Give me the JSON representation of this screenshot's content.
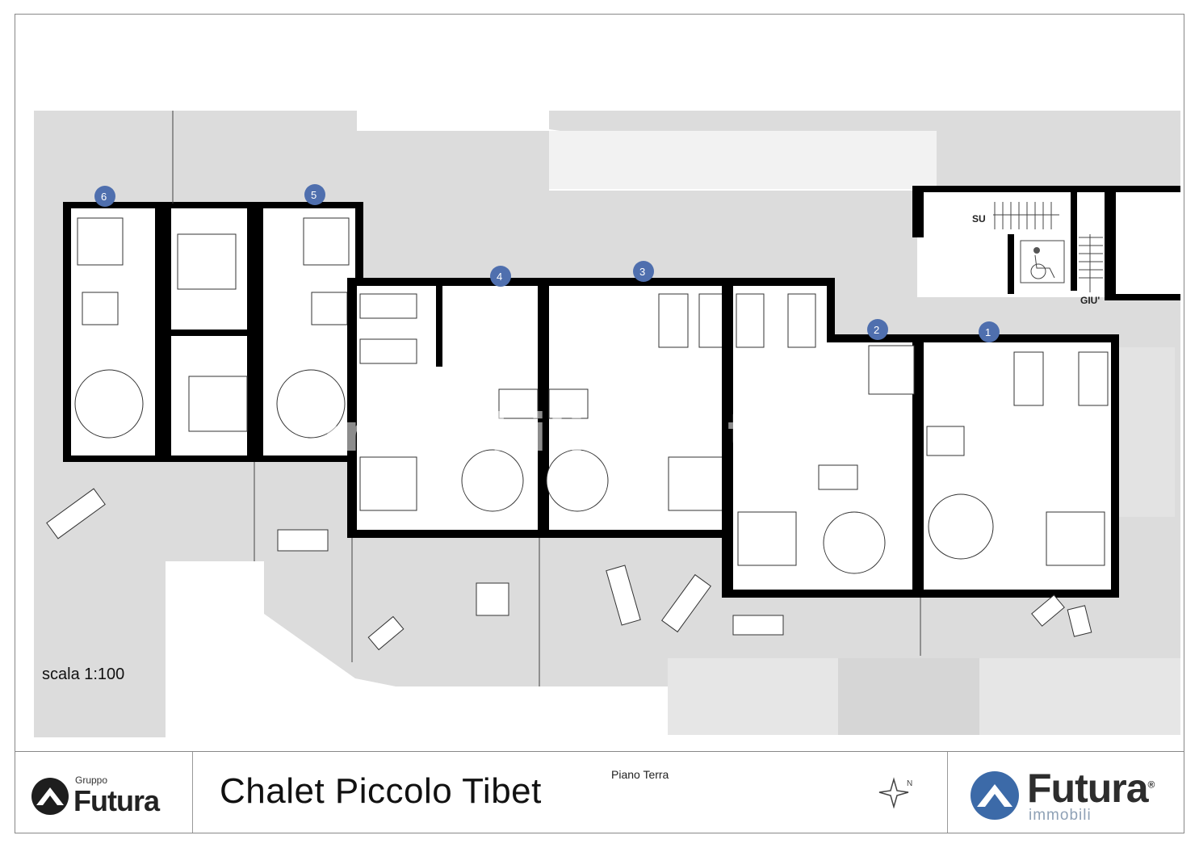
{
  "plan": {
    "scale_label": "scala 1:100",
    "stairs_up": "SU",
    "stairs_down": "GIU'",
    "watermark": "immobiliare.it",
    "unit_markers": [
      "6",
      "5",
      "4",
      "3",
      "2",
      "1"
    ]
  },
  "title_block": {
    "group_small": "Gruppo",
    "group_brand": "Futura",
    "project_title": "Chalet Piccolo Tibet",
    "floor_label": "Piano Terra",
    "brand_right": "Futura",
    "brand_right_registered": "®",
    "brand_right_sub": "immobili"
  },
  "colors": {
    "marker": "#4f6fae",
    "ground": "#dcdcdc",
    "wall": "#000000",
    "logo_blue": "#3c6aa8"
  },
  "icons": [
    "wheelchair-icon",
    "compass-icon",
    "futura-mountain-logo-icon"
  ]
}
